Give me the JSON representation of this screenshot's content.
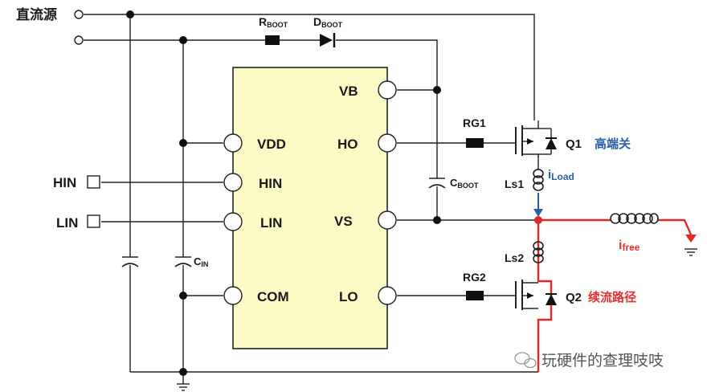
{
  "diagram": {
    "source_label": "直流源",
    "ic_pins_left": [
      "VDD",
      "HIN",
      "LIN",
      "COM"
    ],
    "ic_pins_right": [
      "VB",
      "HO",
      "VS",
      "LO"
    ],
    "ext_inputs": [
      "HIN",
      "LIN"
    ],
    "rboot": {
      "main": "R",
      "sub": "BOOT"
    },
    "dboot": {
      "main": "D",
      "sub": "BOOT"
    },
    "cboot": {
      "main": "C",
      "sub": "BOOT"
    },
    "cin": {
      "main": "C",
      "sub": "IN"
    },
    "rg1": "RG1",
    "rg2": "RG2",
    "q1": "Q1",
    "q1_desc": "高端关",
    "q2": "Q2",
    "q2_desc": "续流路径",
    "ls1": "Ls1",
    "ls2": "Ls2",
    "iload": {
      "main": "i",
      "sub": "Load"
    },
    "ifree": {
      "main": "i",
      "sub": "free"
    },
    "watermark": "玩硬件的查理吱吱"
  },
  "colors": {
    "ic_fill": "#fdfbc5",
    "free_path": "#e02828",
    "load_current": "#2a5fa8"
  }
}
